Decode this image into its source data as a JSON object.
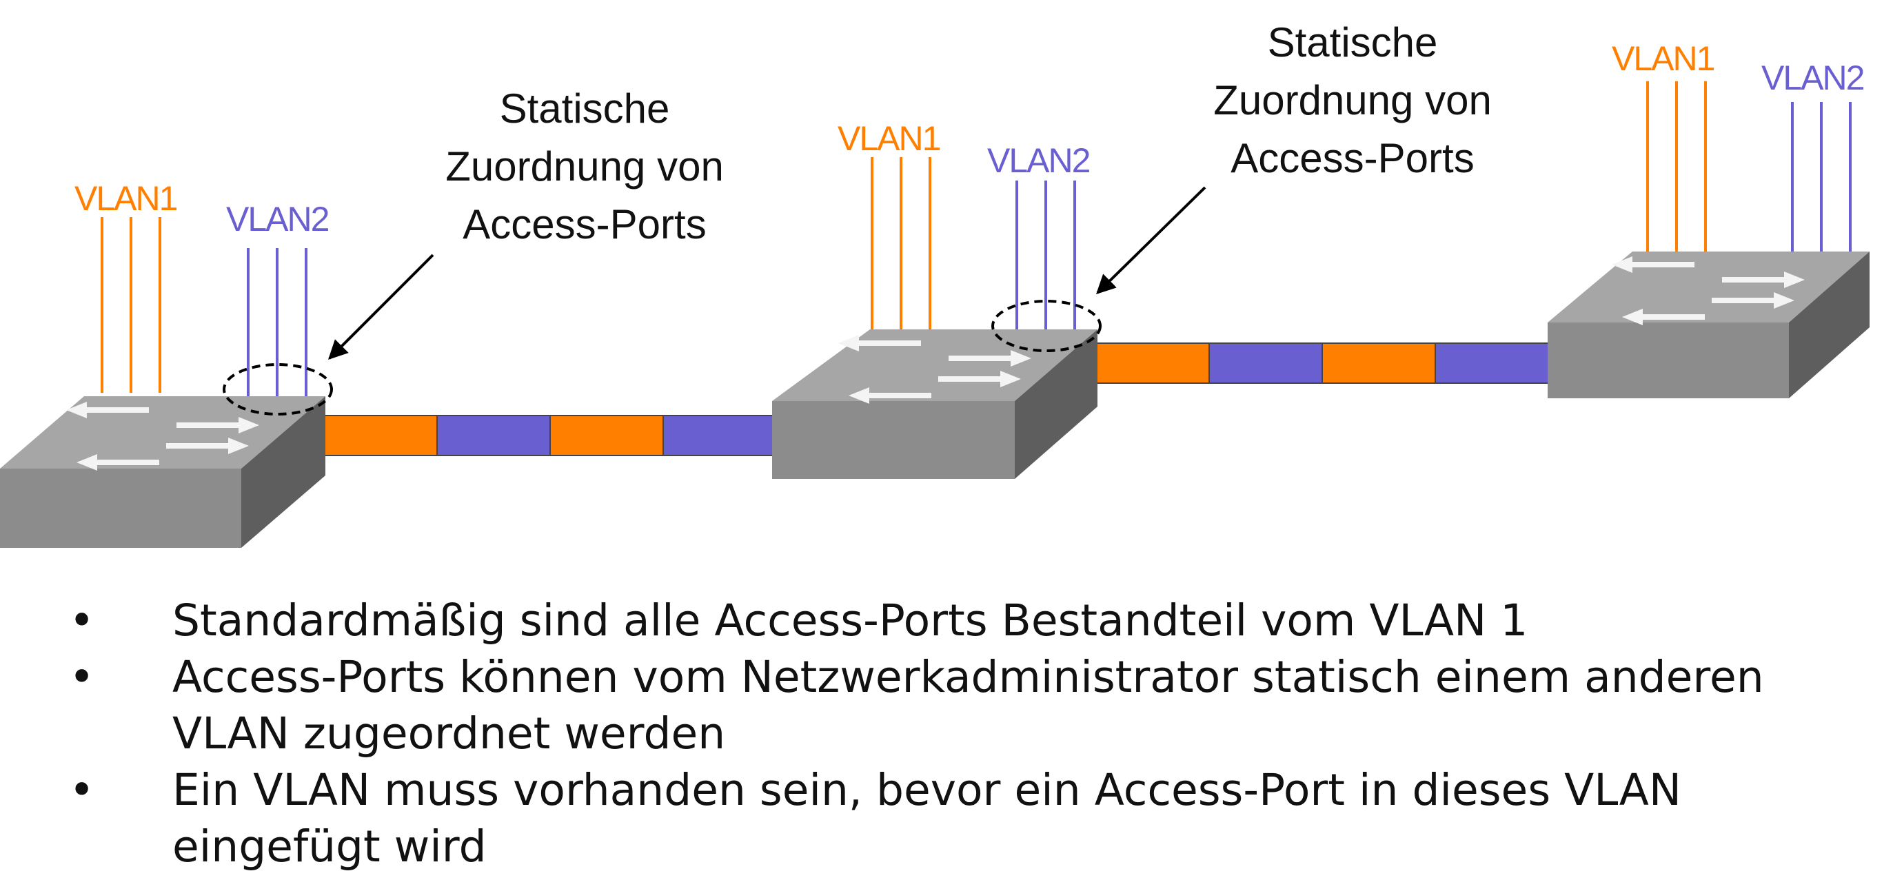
{
  "diagram": {
    "vlan1_label": "VLAN1",
    "vlan2_label": "VLAN2",
    "callout_line1": "Statische",
    "callout_line2": "Zuordnung von",
    "callout_line3": "Access-Ports",
    "colors": {
      "vlan1": "#ff7f00",
      "vlan2": "#6a5fd0",
      "switch_top": "#a6a6a6",
      "switch_front": "#8c8c8c",
      "switch_side": "#5e5e5e"
    }
  },
  "bullets": {
    "marker": "•",
    "items": [
      {
        "line1": "Standardmäßig sind alle Access-Ports Bestandteil vom VLAN 1",
        "line2": ""
      },
      {
        "line1": "Access-Ports können vom Netzwerkadministrator statisch einem anderen",
        "line2": "VLAN zugeordnet werden"
      },
      {
        "line1": "Ein VLAN muss vorhanden sein, bevor ein Access-Port in dieses VLAN",
        "line2": "eingefügt wird"
      }
    ]
  }
}
